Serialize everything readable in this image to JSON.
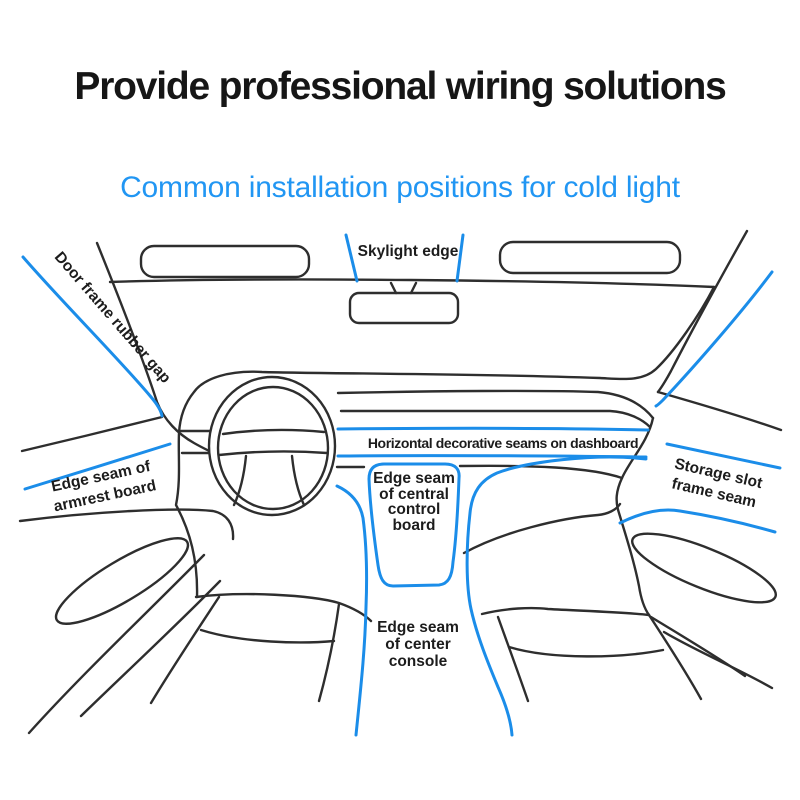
{
  "title": "Provide professional wiring solutions",
  "subtitle": "Common installation positions for cold light",
  "colors": {
    "title_text": "#161616",
    "subtitle_blue": "#2196f3",
    "seam_highlight_blue": "#1b8de9",
    "line_black": "#2e2e2e",
    "background": "#ffffff"
  },
  "diagram": {
    "description": "Car interior front view line drawing with cold-light installation seams highlighted in blue",
    "labels": {
      "door_frame_gap": "Door frame rubber gap",
      "skylight_edge": "Skylight edge",
      "dashboard_seams": "Horizontal decorative seams on dashboard",
      "armrest_line1": "Edge seam of",
      "armrest_line2": "armrest board",
      "central_line1": "Edge seam",
      "central_line2": "of central",
      "central_line3": "control",
      "central_line4": "board",
      "storage_line1": "Storage slot",
      "storage_line2": "frame seam",
      "console_line1": "Edge seam",
      "console_line2": "of center",
      "console_line3": "console"
    }
  }
}
